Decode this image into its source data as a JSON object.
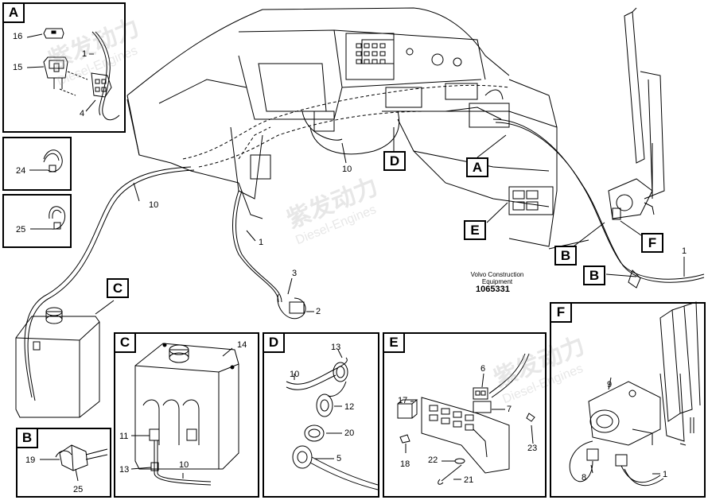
{
  "watermark": {
    "text_cn": "紫发动力",
    "text_en": "Diesel-Engines"
  },
  "caption": {
    "line1": "Volvo Construction",
    "line2": "Equipment",
    "doc_number": "1065331"
  },
  "main_callouts": {
    "A": "A",
    "B1": "B",
    "B2": "B",
    "C": "C",
    "D": "D",
    "E": "E",
    "F": "F"
  },
  "main_numbers": {
    "n10a": "10",
    "n10b": "10",
    "n1a": "1",
    "n1b": "1",
    "n3": "3",
    "n2": "2"
  },
  "panel_A": {
    "tag": "A",
    "n16": "16",
    "n15": "15",
    "n1": "1",
    "n4": "4"
  },
  "panel_24": {
    "n24": "24"
  },
  "panel_25": {
    "n25": "25"
  },
  "panel_B": {
    "tag": "B",
    "n19": "19",
    "n25": "25"
  },
  "panel_C": {
    "tag": "C",
    "n14": "14",
    "n11": "11",
    "n13": "13",
    "n10": "10"
  },
  "panel_D": {
    "tag": "D",
    "n13": "13",
    "n10": "10",
    "n12": "12",
    "n20": "20",
    "n5": "5"
  },
  "panel_E": {
    "tag": "E",
    "n6": "6",
    "n17": "17",
    "n7": "7",
    "n18": "18",
    "n23": "23",
    "n22": "22",
    "n21": "21"
  },
  "panel_F": {
    "tag": "F",
    "n9": "9",
    "n8": "8",
    "n1": "1"
  }
}
